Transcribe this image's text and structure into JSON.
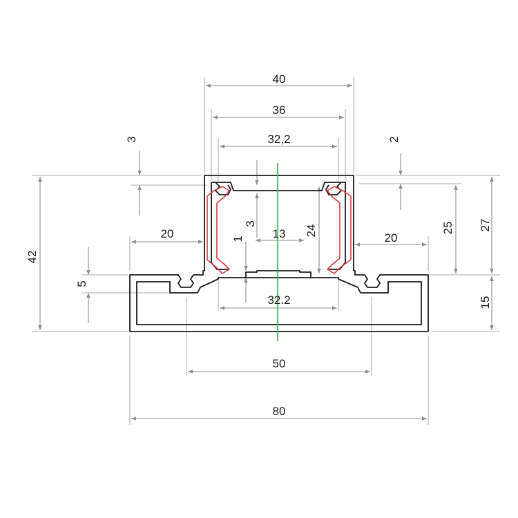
{
  "colors": {
    "profile": "#1a1a1a",
    "dimension": "#8c8c8c",
    "gasket": "#d83a3a",
    "center_axis": "#3cb043"
  },
  "dimensions": {
    "top_width_outer": "40",
    "top_width_inner": "36",
    "top_width_slot": "32,2",
    "top_wall_left": "3",
    "top_wall_right": "2",
    "total_height": "42",
    "left_flange": "20",
    "right_flange": "20",
    "slot_depth": "3",
    "step": "1",
    "center_gap": "13",
    "inner_height": "24",
    "channel_height_25": "25",
    "channel_height_27": "27",
    "slot_height": "5",
    "base_height": "15",
    "bottom_slot_width": "32.2",
    "groove_spacing": "50",
    "base_width": "80"
  }
}
